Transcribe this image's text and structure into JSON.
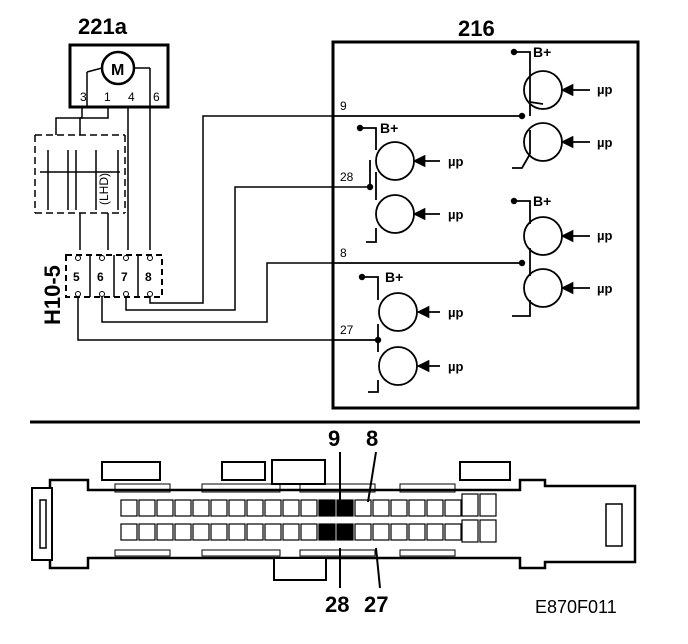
{
  "motor": {
    "id": "221a",
    "symbol": "M",
    "pins": [
      "3",
      "1",
      "4",
      "6"
    ]
  },
  "connector": {
    "id": "H10-5",
    "pins": [
      "5",
      "6",
      "7",
      "8"
    ],
    "note": "(LHD)"
  },
  "module": {
    "id": "216",
    "supply_label": "B+",
    "driver_label": "µp",
    "outputs": [
      "9",
      "28",
      "8",
      "27"
    ]
  },
  "plug": {
    "pins_top": [
      "9",
      "8"
    ],
    "pins_bottom": [
      "28",
      "27"
    ]
  },
  "figure_code": "E870F011"
}
